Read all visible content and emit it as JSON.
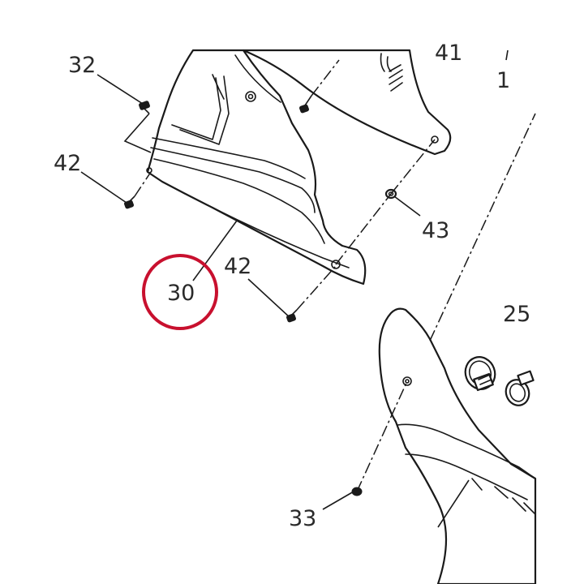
{
  "diagram": {
    "callouts": {
      "c32": "32",
      "c42a": "42",
      "c42b": "42",
      "c43": "43",
      "c41": "41",
      "c1": "1",
      "c25": "25",
      "c33": "33",
      "c30": "30"
    },
    "highlight_color": "#c8102e"
  }
}
